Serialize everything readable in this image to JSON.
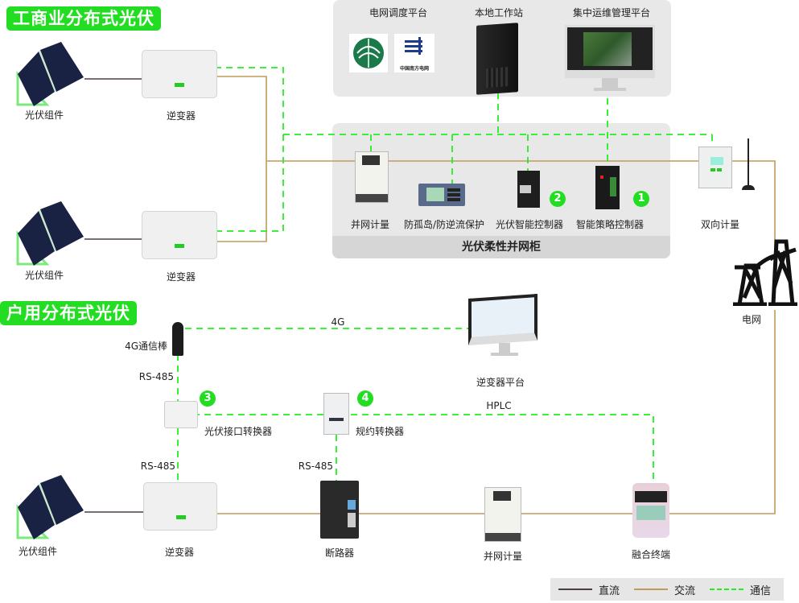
{
  "sections": {
    "commercial": "工商业分布式光伏",
    "residential": "户用分布式光伏"
  },
  "top_panel": {
    "dispatch": "电网调度平台",
    "workstation": "本地工作站",
    "om_platform": "集中运维管理平台",
    "logo_csg_text": "中国南方电网"
  },
  "cabinet": {
    "title": "光伏柔性并网柜",
    "meter": "并网计量",
    "protection": "防孤岛/防逆流保护",
    "pv_controller": "光伏智能控制器",
    "strategy_controller": "智能策略控制器",
    "badge_pv_controller": "2",
    "badge_strategy_controller": "1"
  },
  "commercial_devices": {
    "pv_module_1": "光伏组件",
    "inverter_1": "逆变器",
    "pv_module_2": "光伏组件",
    "inverter_2": "逆变器",
    "bidir_meter": "双向计量",
    "grid": "电网"
  },
  "residential_devices": {
    "antenna": "4G通信棒",
    "link_4g": "4G",
    "rs485_top": "RS-485",
    "inverter_platform": "逆变器平台",
    "pv_interface_converter": "光伏接口转换器",
    "badge_pv_interface_converter": "3",
    "protocol_converter": "规约转换器",
    "badge_protocol_converter": "4",
    "link_hplc": "HPLC",
    "rs485_left": "RS-485",
    "rs485_right": "RS-485",
    "pv_module": "光伏组件",
    "inverter": "逆变器",
    "breaker": "断路器",
    "meter": "并网计量",
    "fusion_terminal": "融合终端"
  },
  "legend": {
    "dc": "直流",
    "ac": "交流",
    "comm": "通信",
    "colors": {
      "dc": "#4a3f48",
      "ac": "#c09a5c",
      "comm": "#22ee22"
    }
  },
  "colors": {
    "accent": "#22dd22",
    "panel": "#e8e8e8",
    "panel_footer": "#d6d6d6"
  }
}
